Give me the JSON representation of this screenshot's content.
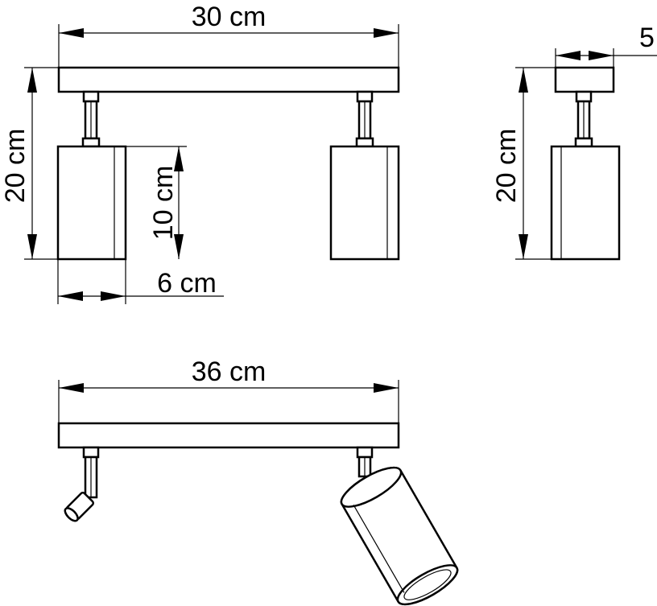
{
  "dimensions": {
    "front_width": "30 cm",
    "front_height": "20 cm",
    "shade_height": "10 cm",
    "shade_width": "6 cm",
    "side_depth": "5",
    "side_height": "20 cm",
    "bottom_width": "36 cm"
  },
  "colors": {
    "line": "#000000",
    "background": "#ffffff"
  }
}
